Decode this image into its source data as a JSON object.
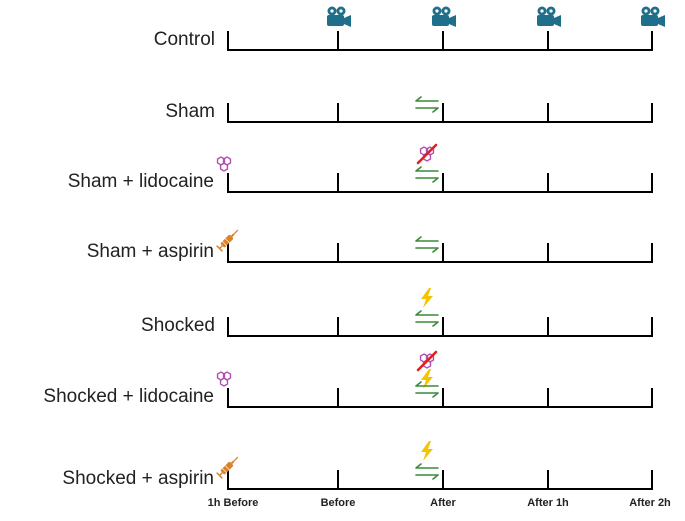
{
  "rows": [
    {
      "label": "Control",
      "markers": [
        {
          "icon": "video-camera-icon",
          "at": [
            1,
            2,
            3,
            4
          ]
        }
      ]
    },
    {
      "label": "Sham",
      "markers": [
        {
          "icon": "exchange-arrows-icon",
          "at": [
            2
          ]
        }
      ]
    },
    {
      "label": "Sham + lidocaine",
      "markers": [
        {
          "icon": "molecule-icon",
          "at": [
            0
          ]
        },
        {
          "icon": "molecule-crossed-icon",
          "at": [
            2
          ]
        },
        {
          "icon": "exchange-arrows-icon",
          "at": [
            2
          ]
        }
      ]
    },
    {
      "label": "Sham + aspirin",
      "markers": [
        {
          "icon": "syringe-icon",
          "at": [
            0
          ]
        },
        {
          "icon": "exchange-arrows-icon",
          "at": [
            2
          ]
        }
      ]
    },
    {
      "label": "Shocked",
      "markers": [
        {
          "icon": "lightning-icon",
          "at": [
            2
          ]
        },
        {
          "icon": "exchange-arrows-icon",
          "at": [
            2
          ]
        }
      ]
    },
    {
      "label": "Shocked + lidocaine",
      "markers": [
        {
          "icon": "molecule-icon",
          "at": [
            0
          ]
        },
        {
          "icon": "molecule-crossed-icon",
          "at": [
            2
          ]
        },
        {
          "icon": "lightning-icon",
          "at": [
            2
          ]
        },
        {
          "icon": "exchange-arrows-icon",
          "at": [
            2
          ]
        }
      ]
    },
    {
      "label": "Shocked + aspirin",
      "markers": [
        {
          "icon": "syringe-icon",
          "at": [
            0
          ]
        },
        {
          "icon": "lightning-icon",
          "at": [
            2
          ]
        },
        {
          "icon": "exchange-arrows-icon",
          "at": [
            2
          ]
        }
      ]
    }
  ],
  "timepoints": [
    "1h Before",
    "Before",
    "After",
    "After 1h",
    "After 2h"
  ],
  "colors": {
    "line": "#000000",
    "camera": "#1f6f8b",
    "arrows": "#3a8a3a",
    "molecule": "#b04fb0",
    "lightning": "#f5c400",
    "syringe": "#d9822b",
    "cross": "#e02020"
  }
}
